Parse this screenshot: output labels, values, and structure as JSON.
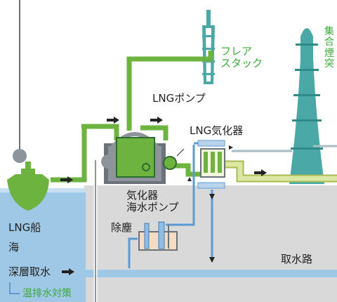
{
  "labels": {
    "flare_stack": [
      "フレア",
      "スタック"
    ],
    "stack": "集合煙突",
    "lng_pump": "LNGポンプ",
    "lng_vaporizer": "LNG気化器",
    "vaporizer_seawater_pump": [
      "気化器",
      "海水ポンプ"
    ],
    "dust_removal": "除塵",
    "lng_ship": "LNG船",
    "sea": "海",
    "deep_intake": "深層取水",
    "warm_discharge": "温排水対策",
    "intake_channel": "取水路"
  },
  "colors": {
    "lng_pipe": "#6db33f",
    "gas_pipe": "#dbe8a3",
    "gas_pipe_edge": "#a8bb55",
    "water_pipe": "#5b9bd5",
    "sea": "#9ec8e6",
    "ground": "#d9d9d9",
    "stack": "#4aa9a6",
    "accent_green": "#3cab3c",
    "tank_frame": "#6b7279"
  }
}
